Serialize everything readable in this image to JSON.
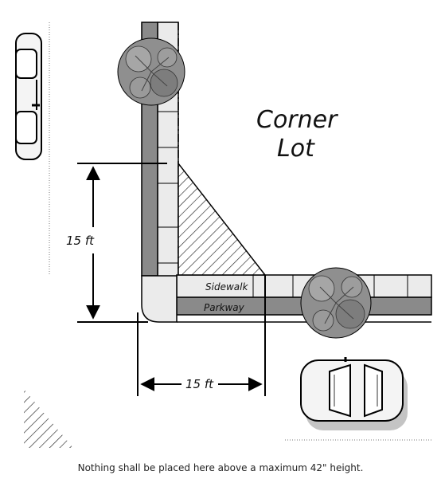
{
  "labels": {
    "lot_line1": "Corner",
    "lot_line2": "Lot",
    "sidewalk": "Sidewalk",
    "parkway": "Parkway",
    "dim_vertical": "15 ft",
    "dim_horizontal": "15 ft"
  },
  "caption": "Nothing shall be placed here above a maximum 42\" height.",
  "icons": [
    "tree-icon",
    "car-icon"
  ],
  "colors": {
    "parkway": "#8a8a8a",
    "sidewalk": "#ebebeb",
    "tree_canopy": "#8f8f8f",
    "hatch": "#222222"
  }
}
